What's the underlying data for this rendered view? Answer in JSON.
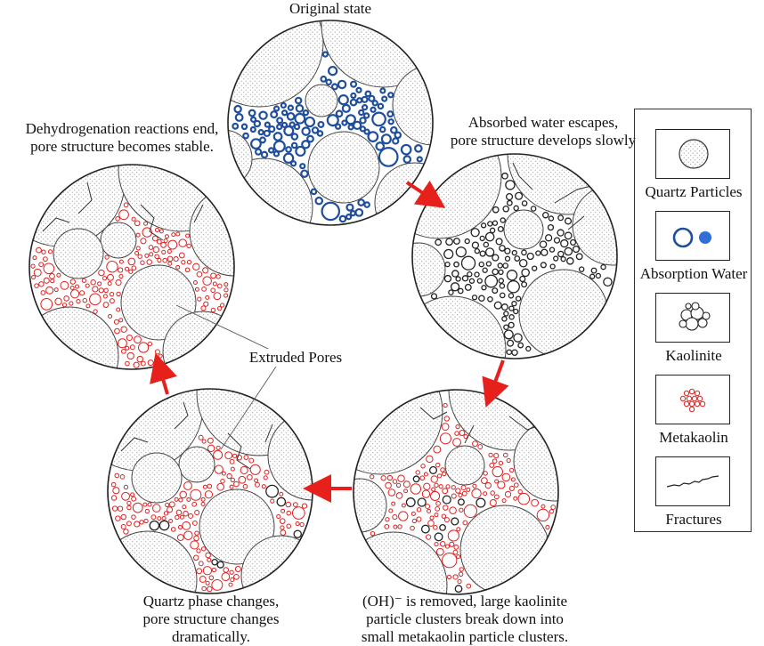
{
  "labels": {
    "original": "Original state",
    "stage_absorbed": [
      "Absorbed water escapes,",
      "pore structure develops slowly"
    ],
    "stage_dehydrogenation": [
      "Dehydrogenation reactions end,",
      "pore structure becomes stable."
    ],
    "stage_oh_removed": [
      "(OH)⁻ is removed, large kaolinite",
      "particle clusters break down into",
      "small metakaolin particle clusters."
    ],
    "stage_quartz": [
      "Quartz phase changes,",
      "pore structure changes",
      "dramatically."
    ],
    "extruded_pores": "Extruded Pores"
  },
  "legend": {
    "items": [
      {
        "label": "Quartz Particles",
        "icon": "quartz-particle-icon"
      },
      {
        "label": "Absorption Water",
        "icon": "absorption-water-icon"
      },
      {
        "label": "Kaolinite",
        "icon": "kaolinite-icon"
      },
      {
        "label": "Metakaolin",
        "icon": "metakaolin-icon"
      },
      {
        "label": "Fractures",
        "icon": "fracture-icon"
      }
    ]
  },
  "colors": {
    "arrow": "#e8201c",
    "water": "#1f4f9c",
    "water_fill": "#2f6fd6",
    "metakaolin": "#e02020",
    "quartz_dot": "#9a9a9a",
    "outline": "#333333"
  }
}
